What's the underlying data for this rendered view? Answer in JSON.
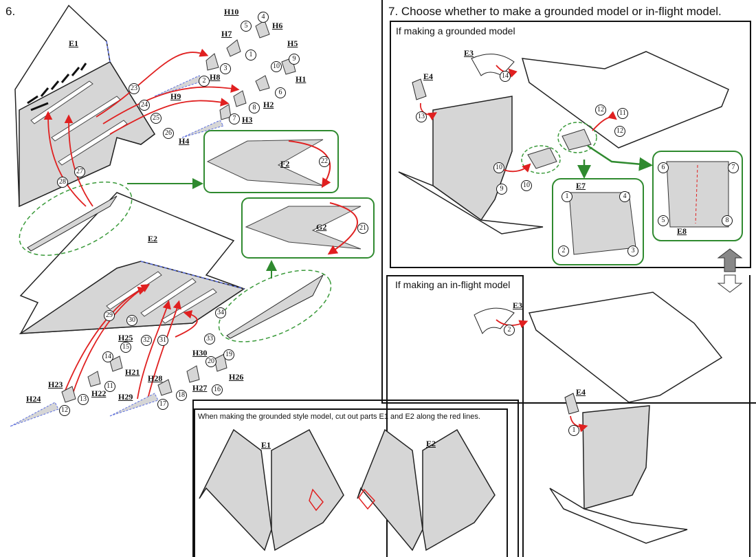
{
  "step6": {
    "title": "6."
  },
  "step7": {
    "title": "7. Choose whether to make a grounded model or in-flight model.",
    "grounded": {
      "heading": "If making a grounded model",
      "parts": [
        "E3",
        "E4",
        "E7",
        "E8"
      ],
      "callouts_main": [
        "14",
        "13",
        "12",
        "11",
        "12",
        "10",
        "10",
        "9"
      ],
      "callouts_e7": [
        "1",
        "4",
        "2",
        "3"
      ],
      "callouts_e8": [
        "6",
        "7",
        "5",
        "8"
      ]
    },
    "inflight": {
      "heading": "If making an in-flight model",
      "parts": [
        "E3",
        "E4"
      ],
      "callouts": [
        "2",
        "1"
      ]
    }
  },
  "note": {
    "text": "When making the grounded style model, cut out parts E1 and E2 along the red lines.",
    "parts": [
      "E1",
      "E2"
    ]
  },
  "wing_parts": {
    "E1": "E1",
    "E2": "E2",
    "F2": "F2",
    "G2": "G2",
    "upper_small": [
      "H10",
      "H6",
      "H7",
      "H8",
      "H9",
      "H5",
      "H1",
      "H2",
      "H3",
      "H4"
    ],
    "lower_small": [
      "H25",
      "H21",
      "H22",
      "H23",
      "H24",
      "H28",
      "H29",
      "H30",
      "H26",
      "H27"
    ]
  },
  "callouts_step6": {
    "upper": [
      "4",
      "5",
      "3",
      "1",
      "2",
      "9",
      "10",
      "6",
      "8",
      "7",
      "23",
      "24",
      "25",
      "26",
      "27",
      "28"
    ],
    "lower": [
      "29",
      "30",
      "31",
      "32",
      "33",
      "34",
      "15",
      "14",
      "11",
      "13",
      "12",
      "18",
      "17",
      "19",
      "20",
      "16"
    ],
    "panels": [
      "22",
      "21"
    ]
  },
  "colors": {
    "panel_green": "#2f8a2f",
    "arrow_red": "#e02020",
    "part_gray": "#d6d6d6",
    "dash_blue": "#5b6ee0",
    "dash_green": "#3a9a3a"
  }
}
